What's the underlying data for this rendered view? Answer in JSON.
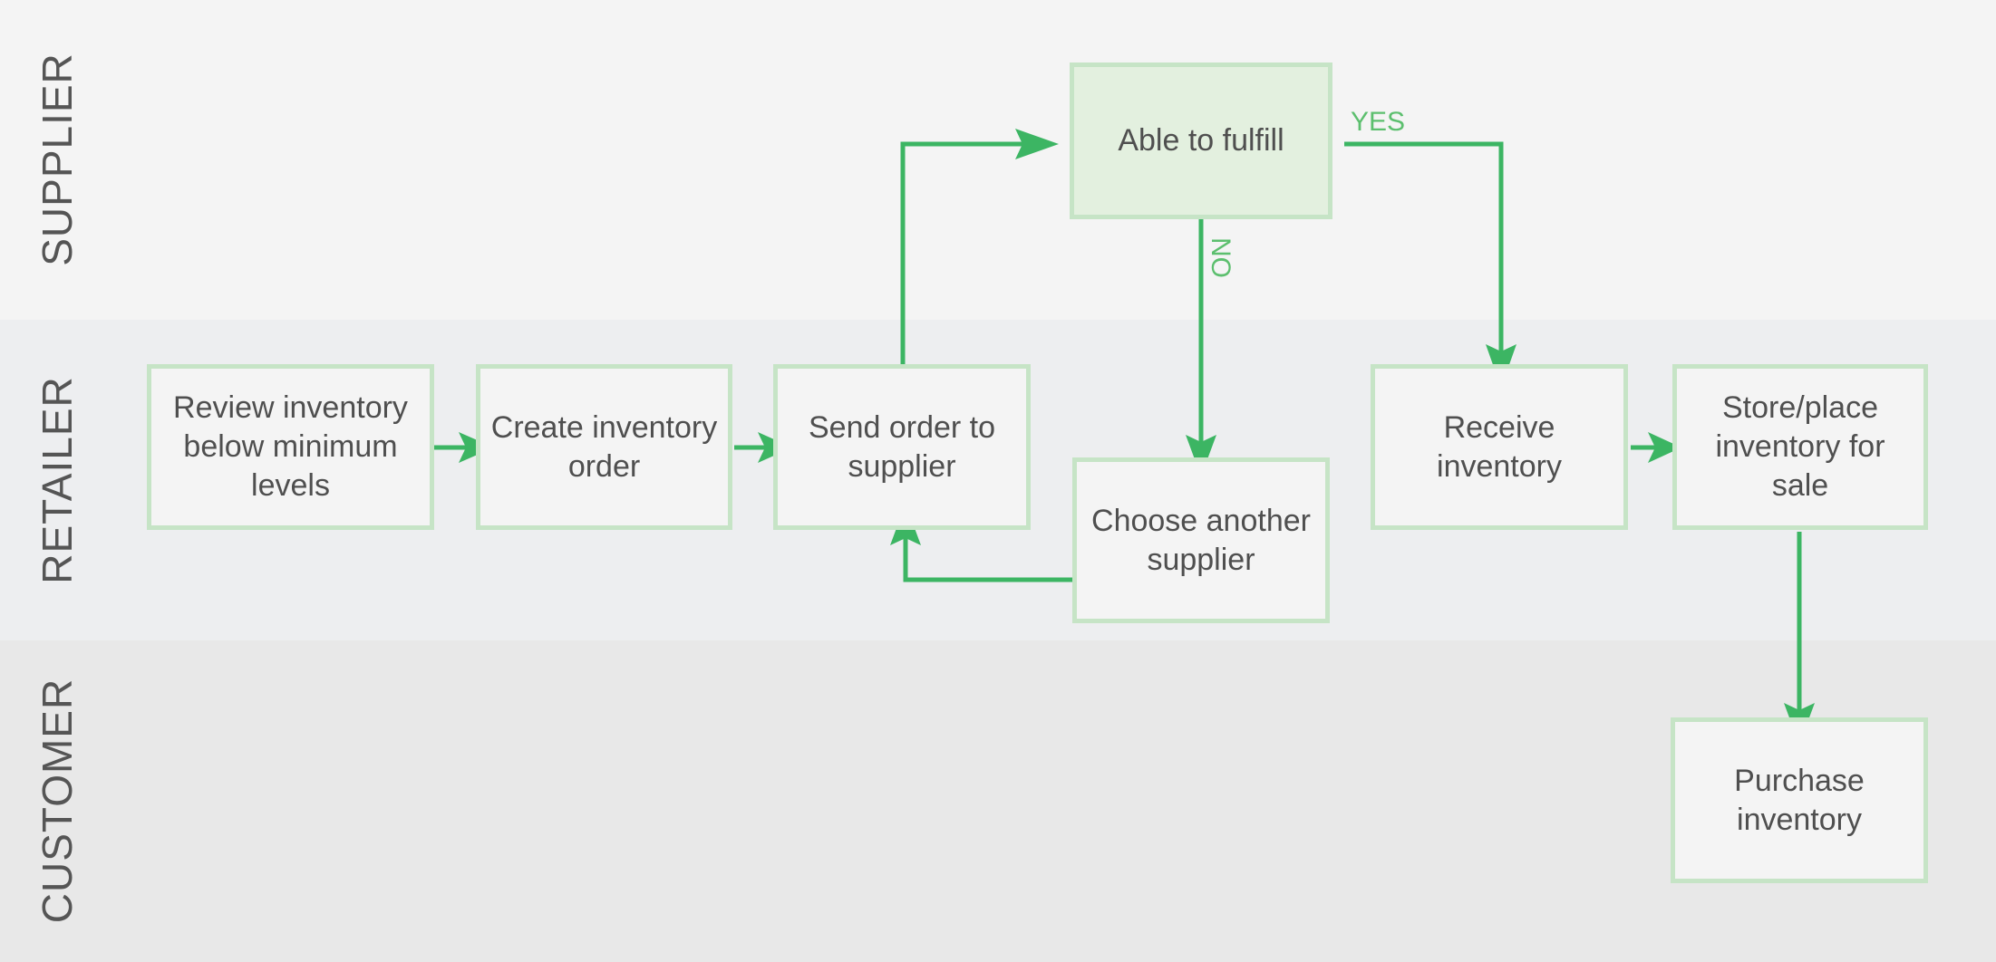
{
  "lanes": [
    {
      "id": "supplier",
      "label": "SUPPLIER"
    },
    {
      "id": "retailer",
      "label": "RETAILER"
    },
    {
      "id": "customer",
      "label": "CUSTOMER"
    }
  ],
  "nodes": {
    "review": "Review inventory below minimum levels",
    "create": "Create inventory order",
    "send": "Send order to supplier",
    "able": "Able to fulfill",
    "choose": "Choose another supplier",
    "receive": "Receive inventory",
    "store": "Store/place inventory for sale",
    "purchase": "Purchase inventory"
  },
  "edges": [
    {
      "from": "review",
      "to": "create"
    },
    {
      "from": "create",
      "to": "send"
    },
    {
      "from": "send",
      "to": "able"
    },
    {
      "from": "able",
      "to": "receive",
      "label": "YES"
    },
    {
      "from": "able",
      "to": "choose",
      "label": "NO"
    },
    {
      "from": "choose",
      "to": "send"
    },
    {
      "from": "receive",
      "to": "store"
    },
    {
      "from": "store",
      "to": "purchase"
    }
  ],
  "edge_labels": {
    "yes": "YES",
    "no": "NO"
  },
  "colors": {
    "arrow": "#3cb563",
    "box_border": "#c6e4c6",
    "decision_fill": "#e3f0df",
    "label": "#5cbf6e"
  }
}
